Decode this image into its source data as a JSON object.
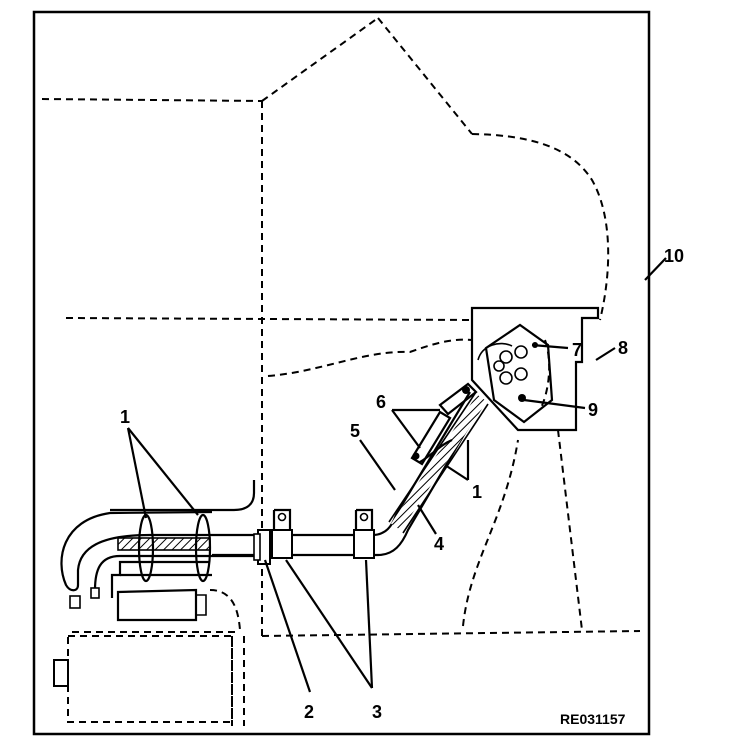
{
  "figure": {
    "reference_code": "RE031157",
    "callouts": [
      "1",
      "1",
      "2",
      "3",
      "4",
      "5",
      "6",
      "7",
      "8",
      "9",
      "10"
    ]
  }
}
